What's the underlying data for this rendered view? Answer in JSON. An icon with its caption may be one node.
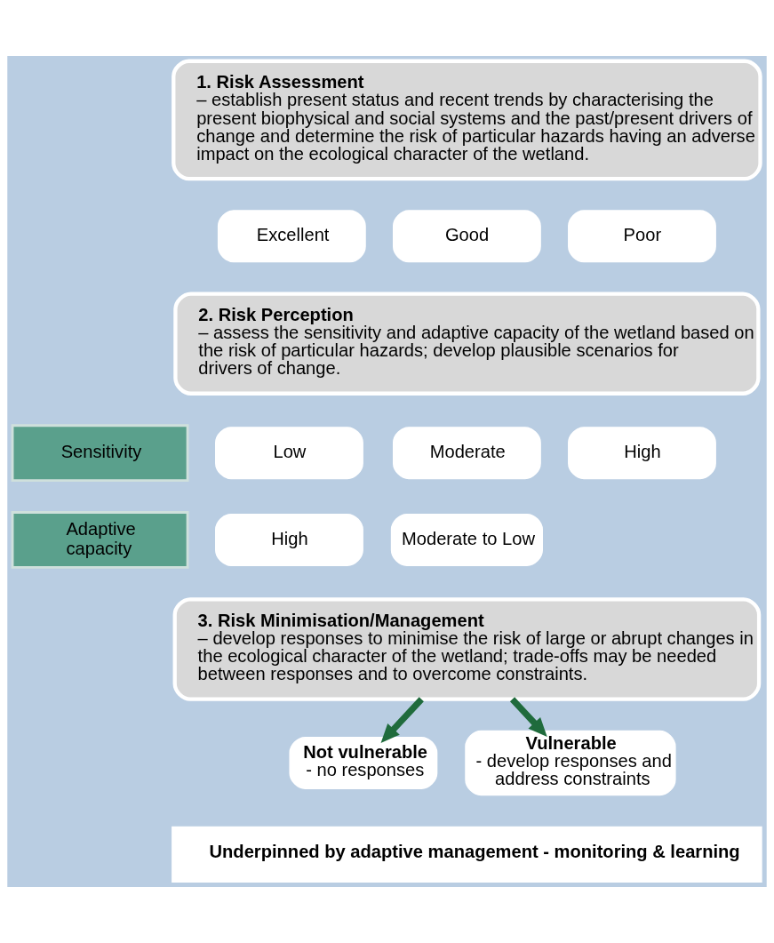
{
  "diagram": {
    "nodes": [
      {
        "text": [
          "1. Risk Assessment",
          "– establish present status and recent trends by characterising the present biophysical and social systems and the past/present drivers of change and determine the risk of particular hazards having an adverse impact on the ecological character of the wetland."
        ]
      },
      {
        "text": [
          "Excellent"
        ]
      },
      {
        "text": [
          "Good"
        ]
      },
      {
        "text": [
          "Poor"
        ]
      },
      {
        "text": [
          "2. Risk Perception",
          "– assess the sensitivity and adaptive capacity of the wetland based on the risk of particular hazards; develop plausible scenarios for drivers of change."
        ]
      },
      {
        "text": [
          "Sensitivity"
        ]
      },
      {
        "text": [
          "Low"
        ]
      },
      {
        "text": [
          "Moderate"
        ]
      },
      {
        "text": [
          "High"
        ]
      },
      {
        "text": [
          "Adaptive capacity"
        ]
      },
      {
        "text": [
          "High"
        ]
      },
      {
        "text": [
          "Moderate to Low"
        ]
      },
      {
        "text": [
          "3. Risk Minimisation/Management",
          "– develop responses to minimise the risk of large or abrupt changes in the ecological character of the wetland; trade-offs may be needed between responses and to overcome constraints."
        ]
      },
      {
        "text": [
          "Not vulnerable",
          "- no responses"
        ]
      },
      {
        "text": [
          "Vulnerable",
          "- develop responses and address constraints"
        ]
      },
      {
        "text": [
          "Underpinned by adaptive management - monitoring & learning"
        ]
      }
    ],
    "edges": [
      {
        "from": 12,
        "to": 13,
        "arrow": "to",
        "color": "#1f6b3c"
      },
      {
        "from": 12,
        "to": 14,
        "arrow": "to",
        "color": "#1f6b3c"
      }
    ]
  }
}
